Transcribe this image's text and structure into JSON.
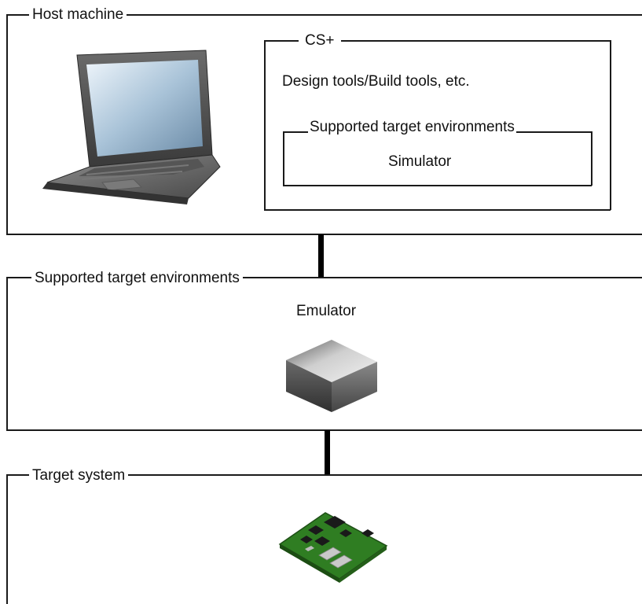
{
  "host": {
    "title": "Host machine",
    "icon": "laptop-icon",
    "cs": {
      "title": "CS+",
      "description": "Design tools/Build tools, etc.",
      "targets": {
        "title": "Supported target environments",
        "item": "Simulator"
      }
    }
  },
  "middle": {
    "title": "Supported target environments",
    "item": "Emulator",
    "icon": "emulator-box-icon"
  },
  "target": {
    "title": "Target system",
    "icon": "circuit-board-icon"
  }
}
